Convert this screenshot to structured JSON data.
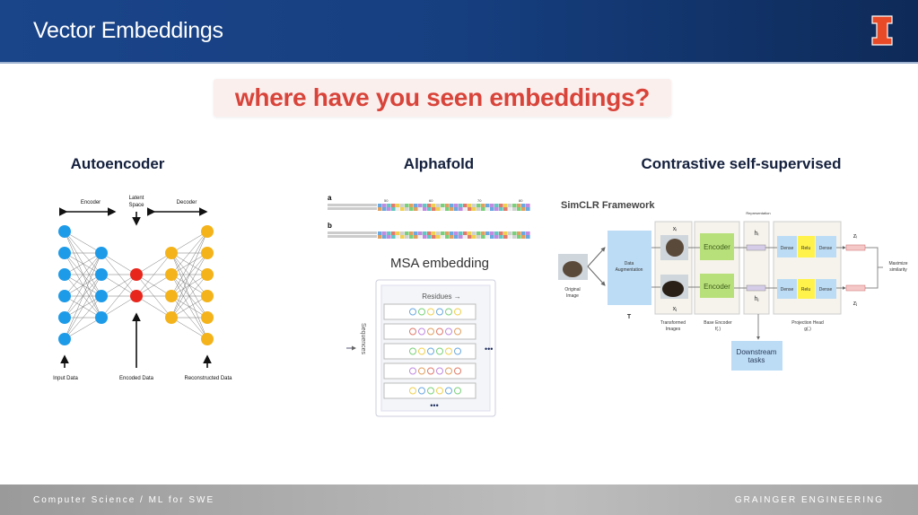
{
  "header": {
    "title": "Vector Embeddings",
    "logo_text": "I"
  },
  "banner": {
    "text": "where have you seen embeddings?"
  },
  "columns": [
    "Autoencoder",
    "Alphafold",
    "Contrastive self-supervised"
  ],
  "autoencoder": {
    "encoder": "Encoder",
    "latent1": "Latent",
    "latent2": "Space",
    "decoder": "Decoder",
    "input": "Input Data",
    "encoded": "Encoded Data",
    "reconstructed": "Reconstructed Data",
    "colors": {
      "input": "#1e9be8",
      "latent": "#e8261c",
      "output": "#f4b31a"
    }
  },
  "alphafold": {
    "label_a": "a",
    "label_b": "b",
    "ticks": [
      "50",
      "60",
      "70",
      "80"
    ],
    "msa_title": "MSA embedding",
    "residues": "Residues →",
    "sequences": "Sequences",
    "ellipsis": "•••"
  },
  "simclr": {
    "title": "SimCLR Framework",
    "original1": "Original",
    "original2": "Image",
    "aug1": "Data",
    "aug2": "Augmentation",
    "t": "T",
    "xi": "xᵢ",
    "xj": "xⱼ",
    "transformed1": "Transformed",
    "transformed2": "Images",
    "encoder": "Encoder",
    "base1": "Base Encoder",
    "base2": "f(.)",
    "representation": "Representation",
    "hi": "hᵢ",
    "hj": "hⱼ",
    "dense": "Dense",
    "relu": "Relu",
    "proj1": "Projection Head",
    "proj2": "g(.)",
    "zi": "zᵢ",
    "zj": "zⱼ",
    "max1": "Maximize",
    "max2": "similarity",
    "down1": "Downstream",
    "down2": "tasks"
  },
  "footer": {
    "left": "Computer Science / ML for SWE",
    "right": "GRAINGER ENGINEERING"
  }
}
